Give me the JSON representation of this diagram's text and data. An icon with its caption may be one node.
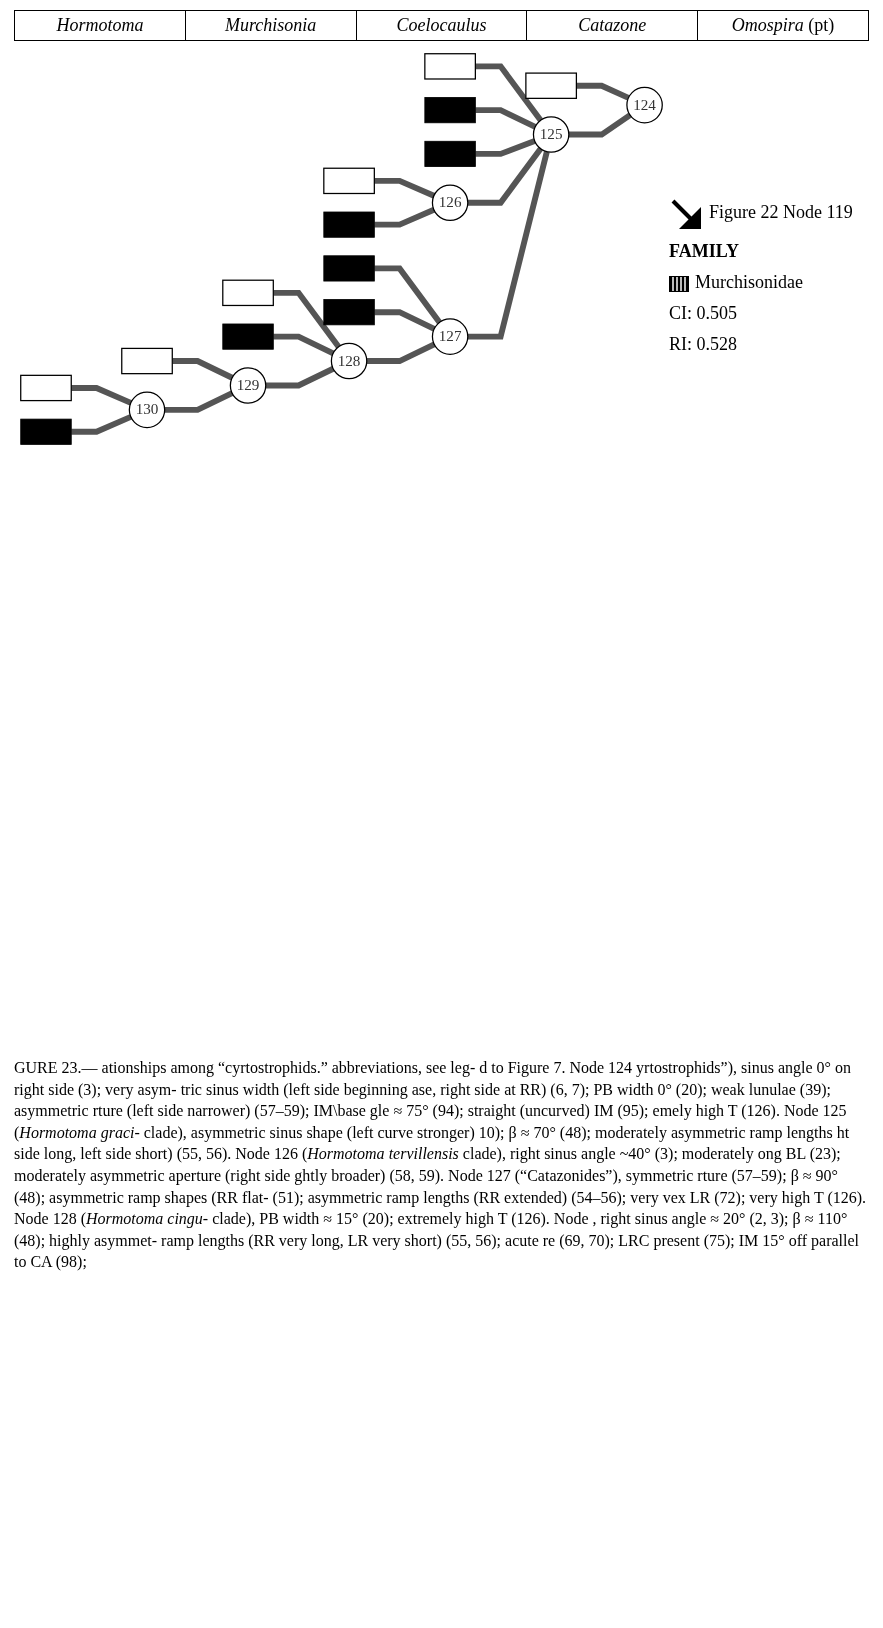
{
  "diagram": {
    "caption": "GURE 23.— ationships among “cyrtostrophids.” abbreviations, see leg- d to Figure 7. Node 124 yrtostrophids”), sinus angle 0° on right side (3); very asym- tric sinus width (left side beginning ase, right side at RR) (6, 7); PB width 0° (20); weak lunulae (39); asymmetric rture (left side narrower) (57–59); IM\\base gle ≈ 75° (94); straight (uncurved) IM (95); emely high T (126). Node 125 (*Hormotoma graci-* clade), asymmetric sinus shape (left curve stronger) 10); β ≈ 70° (48); moderately asymmetric ramp lengths ht side long, left side short) (55, 56). Node 126 (*Hormotoma* *tervillensis* clade), right sinus angle ~40° (3); moderately ong BL (23); moderately asymmetric aperture (right side ghtly broader) (58, 59). Node 127 (“Catazonides”), symmetric rture (57–59); β ≈ 90° (48); asymmetric ramp shapes (RR flat- (51); asymmetric ramp lengths (RR extended) (54–56); very vex LR (72); very high T (126). Node 128 (*Hormotoma cingu-* clade), PB width ≈ 15° (20); extremely high T (126). Node , right sinus angle ≈ 20° (2, 3); β ≈ 110° (48); highly asymmet- ramp lengths (RR very long, LR very short) (55, 56); acute re (69, 70); LRC present (75); IM 15° off parallel to CA (98);",
    "nodes": [
      {
        "text": [],
        "shape": "box"
      },
      {
        "text": [],
        "shape": "box"
      },
      {
        "text": [],
        "shape": "box"
      },
      {
        "text": [],
        "shape": "box"
      },
      {
        "text": [],
        "shape": "box"
      },
      {
        "text": [],
        "shape": "box"
      },
      {
        "text": [],
        "shape": "box"
      },
      {
        "text": [],
        "shape": "box"
      },
      {
        "text": [],
        "shape": "box"
      },
      {
        "text": [],
        "shape": "box"
      },
      {
        "text": [],
        "shape": "box"
      },
      {
        "text": [],
        "shape": "box"
      },
      {
        "text": [],
        "shape": "box"
      },
      {
        "text": [
          "124"
        ]
      },
      {
        "text": [
          "125"
        ]
      },
      {
        "text": [
          "126"
        ]
      },
      {
        "text": [
          "127"
        ]
      },
      {
        "text": [
          "128"
        ]
      },
      {
        "text": [
          "129"
        ]
      },
      {
        "text": [
          "130"
        ]
      }
    ],
    "edges": [
      {
        "from": 13,
        "to": 0,
        "arrow": "none"
      },
      {
        "from": 13,
        "to": 14,
        "arrow": "none"
      },
      {
        "from": 14,
        "to": 1,
        "arrow": "none"
      },
      {
        "from": 14,
        "to": 15,
        "arrow": "none"
      },
      {
        "from": 15,
        "to": 2,
        "arrow": "none"
      },
      {
        "from": 15,
        "to": 3,
        "arrow": "none"
      },
      {
        "from": 14,
        "to": 4,
        "arrow": "none"
      },
      {
        "from": 14,
        "to": 16,
        "arrow": "none"
      },
      {
        "from": 16,
        "to": 5,
        "arrow": "none"
      },
      {
        "from": 16,
        "to": 6,
        "arrow": "none"
      },
      {
        "from": 16,
        "to": 17,
        "arrow": "none"
      },
      {
        "from": 17,
        "to": 7,
        "arrow": "none"
      },
      {
        "from": 17,
        "to": 8,
        "arrow": "none"
      },
      {
        "from": 17,
        "to": 18,
        "arrow": "none"
      },
      {
        "from": 18,
        "to": 9,
        "arrow": "none"
      },
      {
        "from": 18,
        "to": 19,
        "arrow": "none"
      },
      {
        "from": 19,
        "to": 10,
        "arrow": "none"
      },
      {
        "from": 19,
        "to": 11,
        "arrow": "none"
      },
      {
        "from": 14,
        "to": 12,
        "arrow": "none"
      }
    ],
    "labels": [
      "Hormotoma",
      "Murchisonia",
      "Coelocaulus",
      "Catazone",
      "*Omospira* (pt)",
      "Figure 22 Node 119",
      "FAMILY",
      "CI: 0.505",
      "RI: 0.528"
    ],
    "legend": [
      {
        "text": "Murchisonidae"
      }
    ]
  }
}
